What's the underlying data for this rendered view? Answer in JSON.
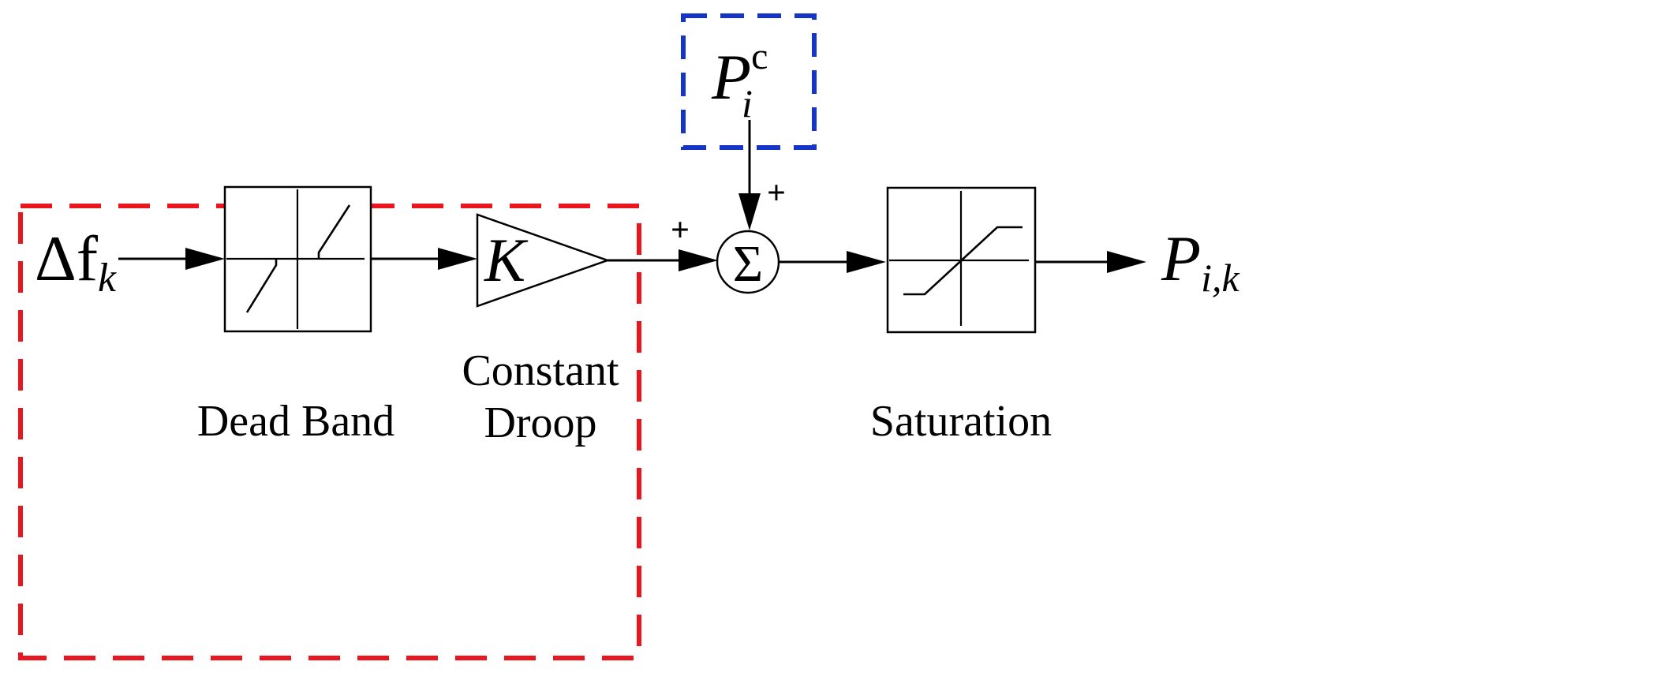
{
  "colors": {
    "red_group": "#e8161e",
    "blue_group": "#1435c8",
    "line": "#000000"
  },
  "input": {
    "symbol": "Δf",
    "subscript": "k"
  },
  "dead_band": {
    "label": "Dead Band"
  },
  "droop": {
    "gain_symbol": "K",
    "label_line1": "Constant",
    "label_line2": "Droop"
  },
  "setpoint": {
    "symbol": "P",
    "subscript": "i",
    "superscript": "c"
  },
  "summer": {
    "symbol": "Σ",
    "left_sign": "+",
    "top_sign": "+"
  },
  "saturation": {
    "label": "Saturation"
  },
  "output": {
    "symbol": "P",
    "subscript": "i,k"
  }
}
